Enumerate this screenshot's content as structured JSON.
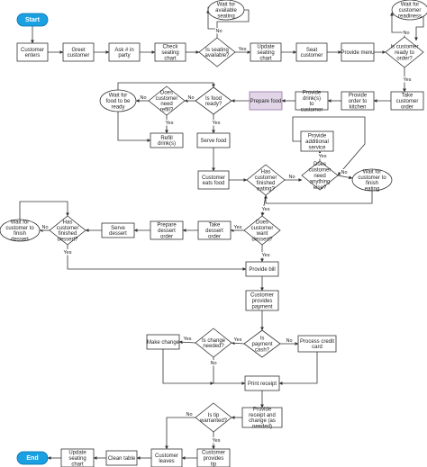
{
  "colors": {
    "terminal": "#1ba1e2",
    "terminal_border": "#006eaf",
    "highlight": "#e1d5e7",
    "highlight_border": "#9673a6",
    "stroke": "#333333"
  },
  "labels": {
    "yes": "Yes",
    "no": "No"
  },
  "nodes": {
    "start": "Start",
    "customer_enters": "Customer enters",
    "greet_customer": "Greet customer",
    "ask_party": "Ask # in party",
    "check_seating_chart": "Check seating chart",
    "is_seating_available": "Is seating available?",
    "wait_seating": "Wait for available seating",
    "update_seating_chart": "Update seating chart",
    "seat_customer": "Seat customer",
    "provide_menu": "Provide menu",
    "is_ready_to_order": "Is customer ready to order?",
    "wait_readiness": "Wait for customer readiness",
    "take_order": "Take customer order",
    "provide_order_kitchen": "Provide order to kitchen",
    "provide_drinks": "Provide drink(s) to customer",
    "prepare_food": "Prepare food",
    "is_food_ready": "Is food ready?",
    "need_refill": "Does customer need refill?",
    "wait_food": "Wait for food to be ready",
    "refill_drinks": "Refill drink(s)",
    "serve_food": "Serve food",
    "customer_eats": "Customer eats food",
    "finished_eating": "Has customer finished eating?",
    "need_anything_else": "Does customer need anything else?",
    "provide_additional": "Provide additional service",
    "wait_finish_eating": "Wait for customer to finish eating",
    "want_dessert": "Does customer want dessert?",
    "take_dessert_order": "Take dessert order",
    "prepare_dessert_order": "Prepare dessert order",
    "serve_dessert": "Serve dessert",
    "finished_dessert": "Has customer finished dessert?",
    "wait_finish_dessert": "Wait for customer to finish dessert",
    "provide_bill": "Provide bill",
    "customer_payment": "Customer provides payment",
    "is_payment_cash": "Is payment cash?",
    "is_change_needed": "Is change needed?",
    "make_change": "Make change",
    "process_credit_card": "Process credit card",
    "print_receipt": "Print receipt",
    "provide_receipt_change": "Provide receipt and change (as needed)",
    "is_tip_warranted": "Is tip warranted?",
    "customer_tip": "Customer provides tip",
    "customer_leaves": "Customer leaves",
    "clean_table": "Clean table",
    "update_seating_chart_2": "Update seating chart",
    "end": "End"
  }
}
